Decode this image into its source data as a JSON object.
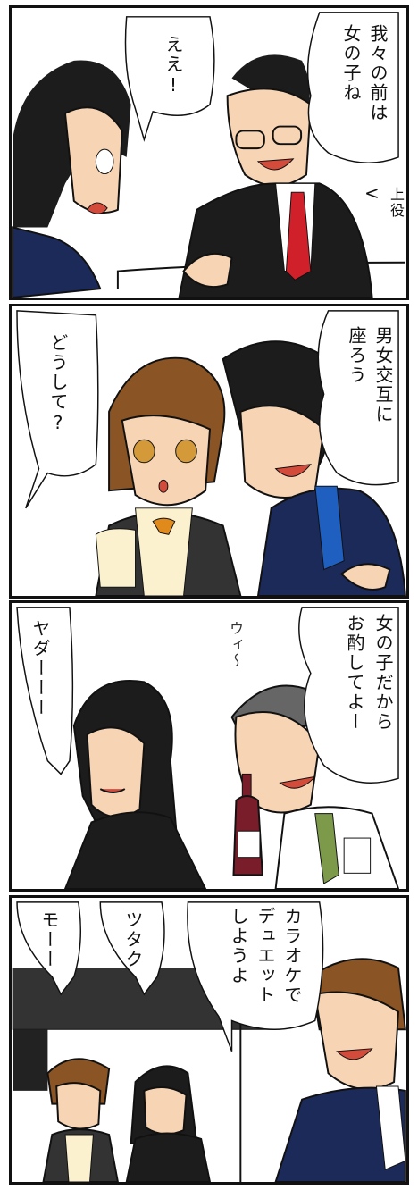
{
  "panels": [
    {
      "lines": {
        "boss": [
          "我々の前は",
          "女の子ね"
        ],
        "woman": [
          "ええ!"
        ],
        "note": [
          "上役"
        ],
        "note_arrow": "<"
      }
    },
    {
      "lines": {
        "boss": [
          "男女交互に",
          "座ろう"
        ],
        "woman": [
          "どうして?"
        ]
      }
    },
    {
      "lines": {
        "boss": [
          "女の子だから",
          "お酌してよー"
        ],
        "woman": [
          "ヤダーーー"
        ],
        "sfx": [
          "ウィ〜"
        ]
      }
    },
    {
      "lines": {
        "boss": [
          "カラオケで",
          "デュエット",
          "しようよ"
        ],
        "woman1": [
          "ツタク"
        ],
        "woman2": [
          "モーー"
        ]
      }
    }
  ],
  "colors": {
    "border": "#111111",
    "skin": "#f6d4b4",
    "hair_brown": "#8a5424",
    "hair_black": "#1c1c1c",
    "suit_navy": "#1c2a5a",
    "tie_red": "#d0202a",
    "tie_blue": "#1f5fbf",
    "ribbon_orange": "#e08a1c",
    "wine": "#7a1d2a",
    "tie_green": "#7c9a4a"
  }
}
